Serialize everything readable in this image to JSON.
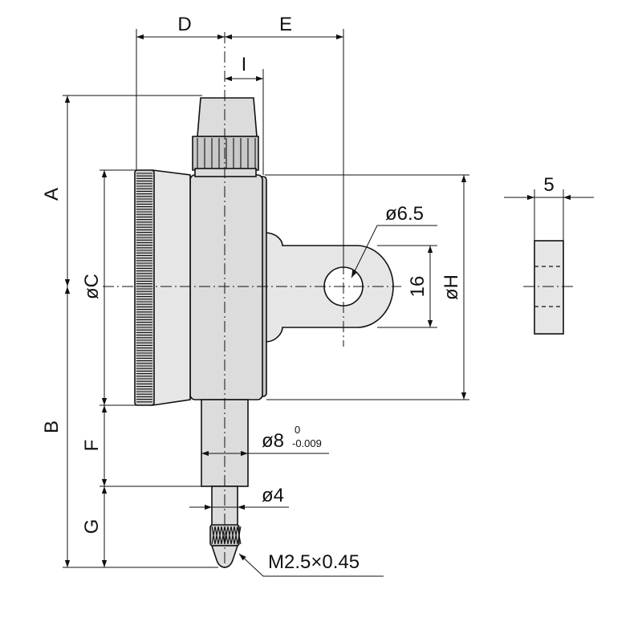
{
  "dimensions": {
    "A": "A",
    "B": "B",
    "C": "øC",
    "D": "D",
    "E": "E",
    "F": "F",
    "G": "G",
    "H": "øH",
    "I": "I",
    "hole_dia": "ø6.5",
    "lug_height": "16",
    "stem_dia": "ø8",
    "stem_tol_upper": "0",
    "stem_tol_lower": "-0.009",
    "contact_dia": "ø4",
    "thread": "M2.5×0.45",
    "lug_thickness": "5"
  }
}
